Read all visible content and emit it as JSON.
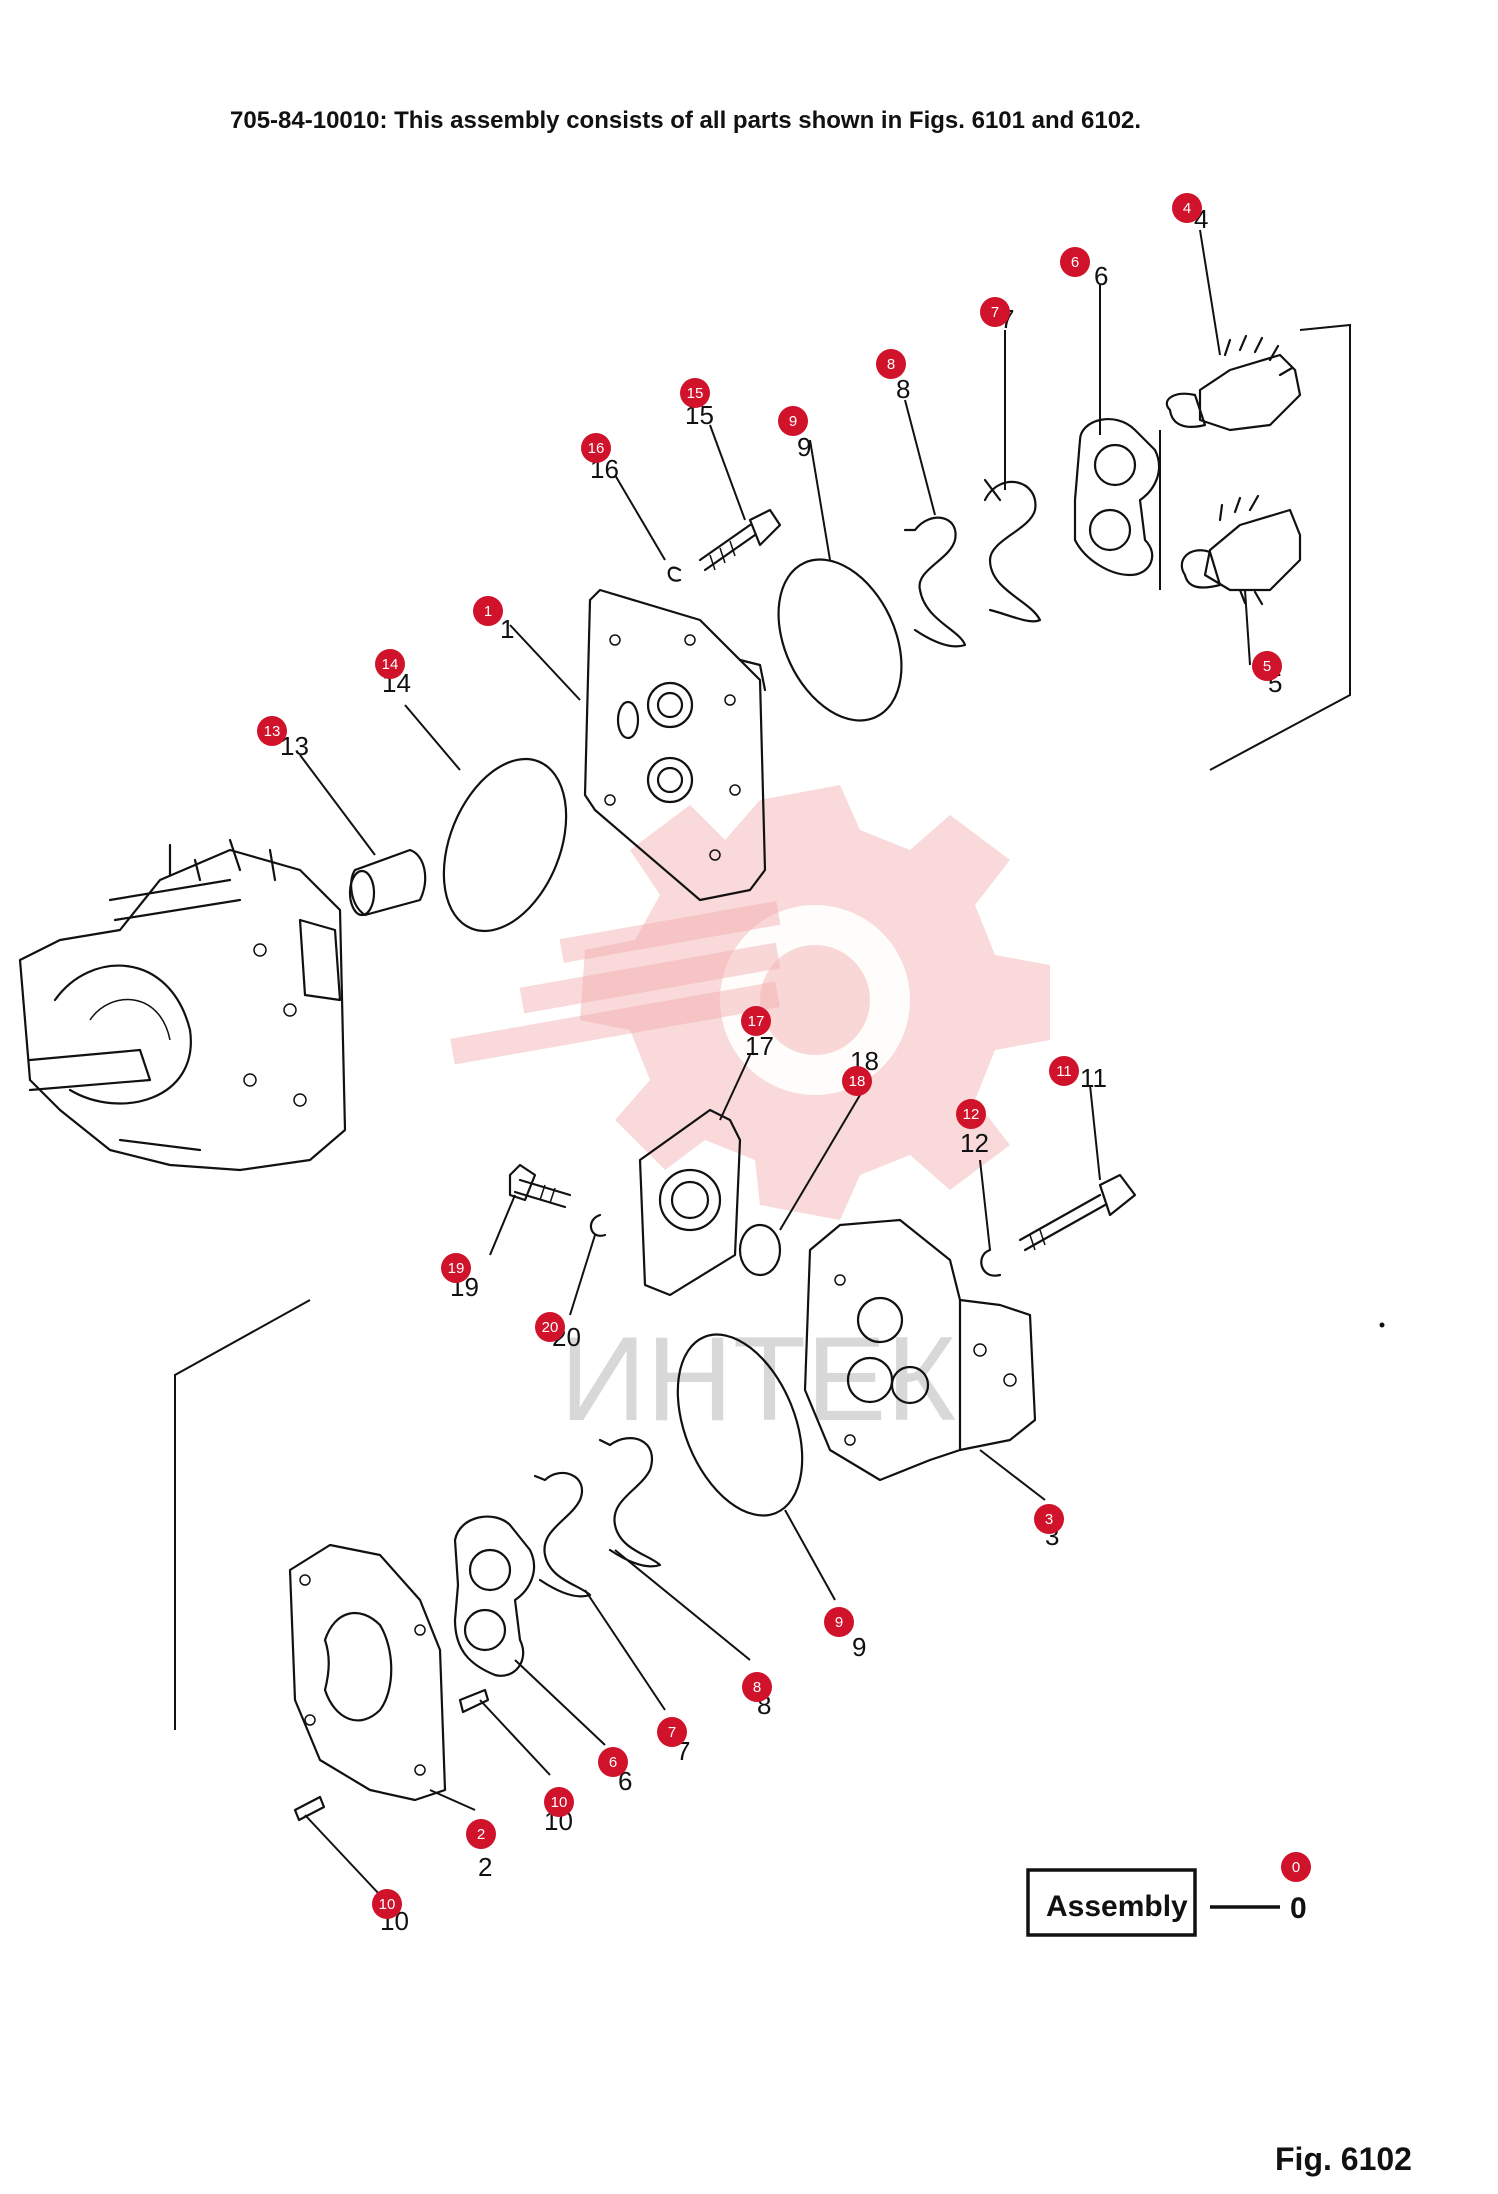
{
  "header": {
    "title": "705-84-10010: This assembly consists of all parts shown in Figs. 6101 and 6102."
  },
  "figure": {
    "label": "Fig. 6102"
  },
  "assembly": {
    "label": "Assembly",
    "number": "0",
    "callout": "0"
  },
  "watermark": {
    "text": "ИНТЕК"
  },
  "printed_numbers": {
    "p1": "1",
    "p2": "2",
    "p3": "3",
    "p4": "4",
    "p5": "5",
    "p6a": "6",
    "p6b": "6",
    "p7a": "7",
    "p7b": "7",
    "p8a": "8",
    "p8b": "8",
    "p9a": "9",
    "p9b": "9",
    "p10a": "10",
    "p10b": "10",
    "p11": "11",
    "p12": "12",
    "p13": "13",
    "p14": "14",
    "p15": "15",
    "p16": "16",
    "p17": "17",
    "p18": "18",
    "p19": "19",
    "p20": "20"
  },
  "callouts": {
    "c4": "4",
    "c6a": "6",
    "c7a": "7",
    "c8a": "8",
    "c15": "15",
    "c9a": "9",
    "c16": "16",
    "c1": "1",
    "c14": "14",
    "c13": "13",
    "c5": "5",
    "c17": "17",
    "c18": "18",
    "c11": "11",
    "c12": "12",
    "c19": "19",
    "c20": "20",
    "c3": "3",
    "c9b": "9",
    "c8b": "8",
    "c7b": "7",
    "c6b": "6",
    "c10a": "10",
    "c2": "2",
    "c10b": "10"
  },
  "colors": {
    "callout": "#d0122a",
    "line": "#111111",
    "watermark": "#f2aaaa"
  }
}
